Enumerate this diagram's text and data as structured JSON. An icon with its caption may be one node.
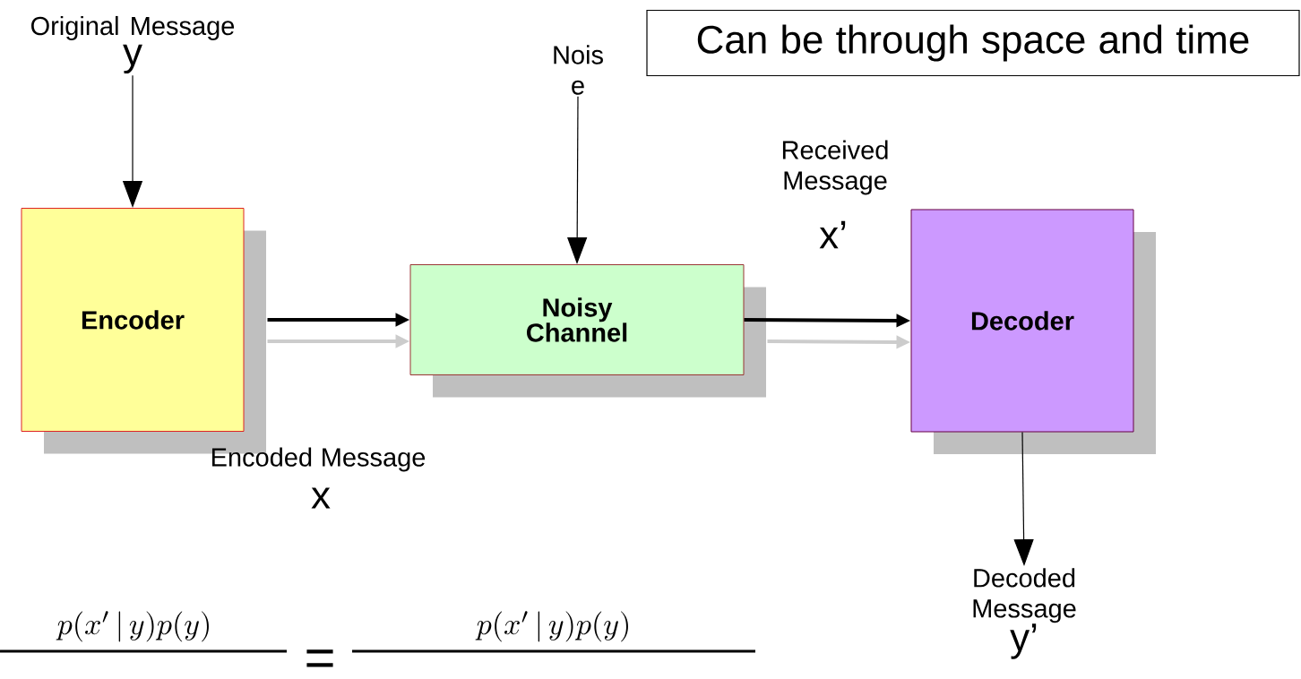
{
  "diagram": {
    "nodes": [
      {
        "text": [
          "Original Message",
          "y"
        ]
      },
      {
        "text": [
          "Nois e"
        ]
      },
      {
        "text": [
          "Can be through space and time"
        ]
      },
      {
        "text": [
          "Encoder"
        ]
      },
      {
        "text": [
          "Noisy Channel"
        ]
      },
      {
        "text": [
          "Decoder"
        ]
      },
      {
        "text": [
          "Decoded Message",
          "y’"
        ]
      }
    ],
    "edges": [
      {
        "from": 0,
        "to": 3,
        "arrow": "to"
      },
      {
        "from": 1,
        "to": 4,
        "arrow": "to"
      },
      {
        "from": 3,
        "to": 4,
        "arrow": "to",
        "style": "thick"
      },
      {
        "from": 4,
        "to": 5,
        "arrow": "to",
        "style": "thick"
      },
      {
        "from": 5,
        "to": 6,
        "arrow": "to"
      }
    ],
    "labels": [
      "Received Message",
      "x’",
      "Encoded Message",
      "x",
      "p(x'\\,|\\,y)p(y)",
      "=",
      "p(x'\\,|\\,y)p(y)"
    ]
  }
}
